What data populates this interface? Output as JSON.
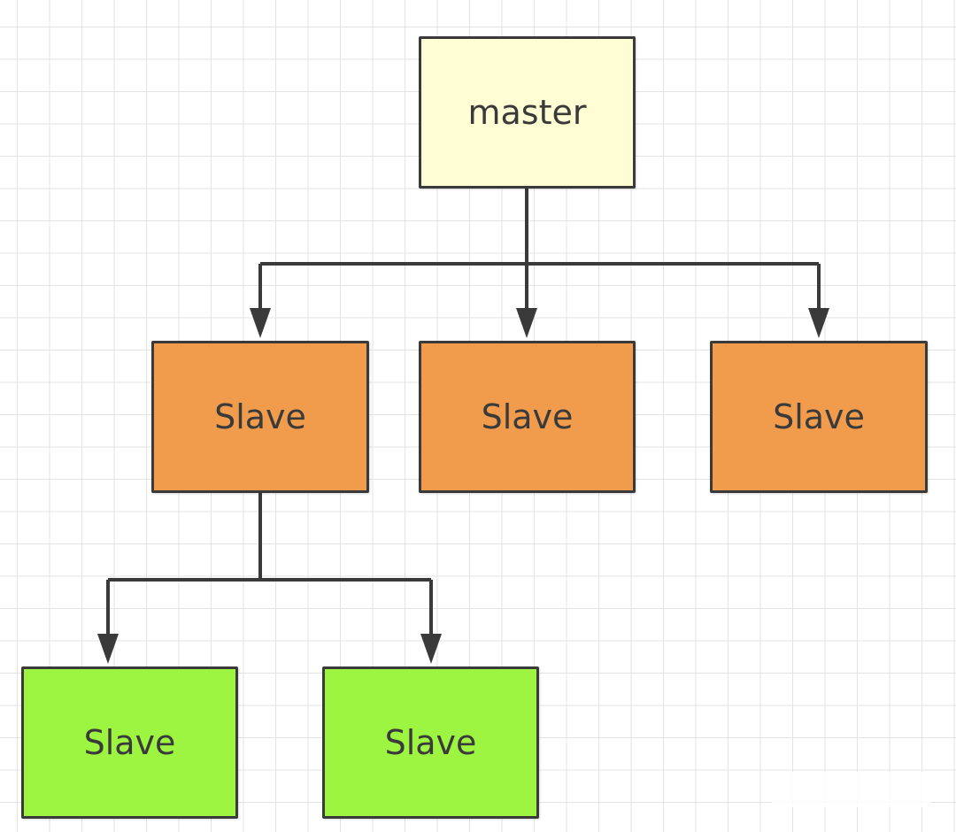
{
  "colors": {
    "master_fill": "#FFFDD3",
    "tier1_fill": "#F09C4C",
    "tier2_fill": "#9DF542",
    "stroke": "#3A3A3A",
    "grid": "#E3E3E3"
  },
  "nodes": [
    {
      "id": "master",
      "label": "master",
      "tier": "root"
    },
    {
      "id": "s1",
      "label": "Slave",
      "tier": "tier1"
    },
    {
      "id": "s2",
      "label": "Slave",
      "tier": "tier1"
    },
    {
      "id": "s3",
      "label": "Slave",
      "tier": "tier1"
    },
    {
      "id": "s4",
      "label": "Slave",
      "tier": "tier2"
    },
    {
      "id": "s5",
      "label": "Slave",
      "tier": "tier2"
    }
  ],
  "edges": [
    {
      "from": "master",
      "to": "s1"
    },
    {
      "from": "master",
      "to": "s2"
    },
    {
      "from": "master",
      "to": "s3"
    },
    {
      "from": "s1",
      "to": "s4"
    },
    {
      "from": "s1",
      "to": "s5"
    }
  ]
}
